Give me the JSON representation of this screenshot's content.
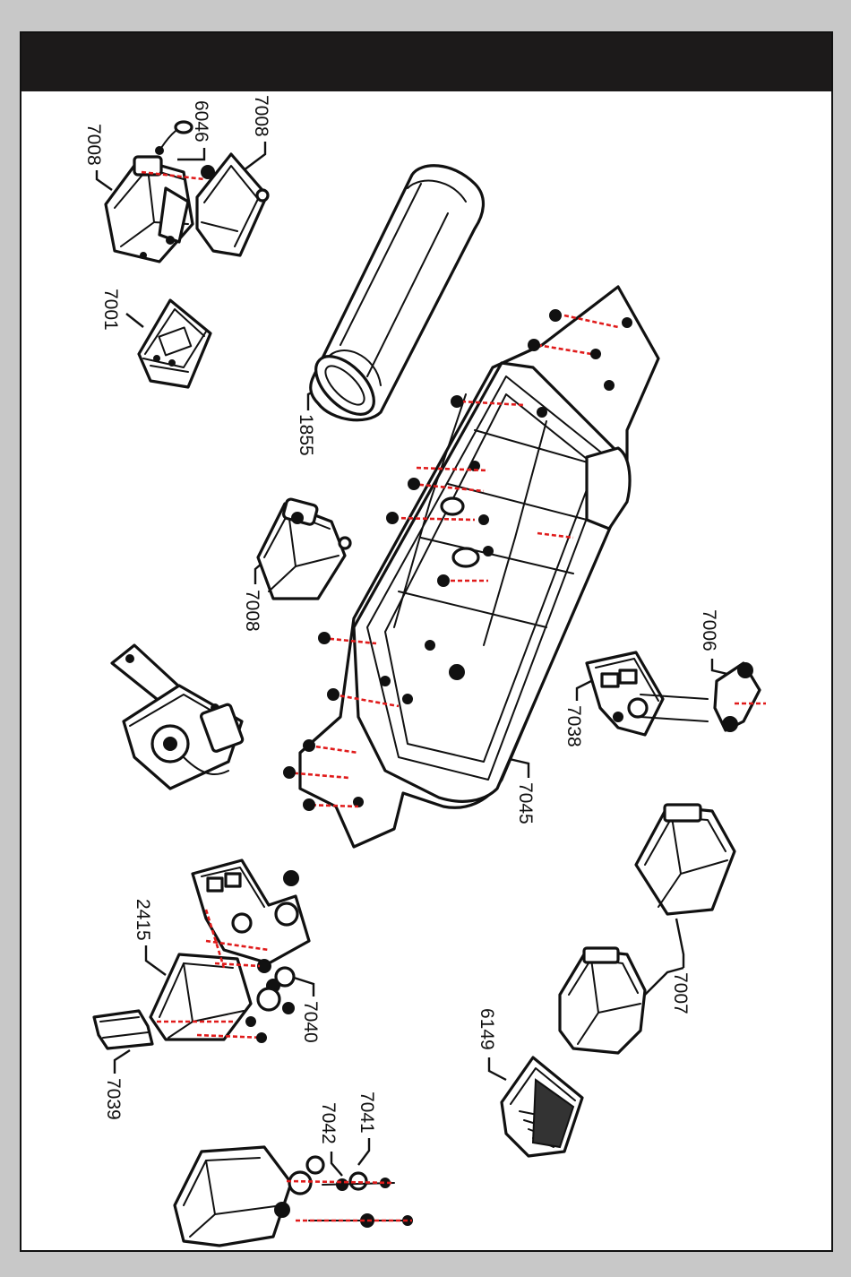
{
  "page": {
    "header_text": "",
    "accent_color": "#e01b1b",
    "header_color": "#1c1a1a"
  },
  "parts": [
    {
      "id": "label_7008_a",
      "number": "7008"
    },
    {
      "id": "label_6046",
      "number": "6046"
    },
    {
      "id": "label_7008_b",
      "number": "7008"
    },
    {
      "id": "label_7001",
      "number": "7001"
    },
    {
      "id": "label_1855",
      "number": "1855"
    },
    {
      "id": "label_7008_c",
      "number": "7008"
    },
    {
      "id": "label_7006",
      "number": "7006"
    },
    {
      "id": "label_7038",
      "number": "7038"
    },
    {
      "id": "label_7045",
      "number": "7045"
    },
    {
      "id": "label_2415",
      "number": "2415"
    },
    {
      "id": "label_7040",
      "number": "7040"
    },
    {
      "id": "label_7039",
      "number": "7039"
    },
    {
      "id": "label_7042",
      "number": "7042"
    },
    {
      "id": "label_7041",
      "number": "7041"
    },
    {
      "id": "label_6149",
      "number": "6149"
    },
    {
      "id": "label_7007",
      "number": "7007"
    }
  ]
}
